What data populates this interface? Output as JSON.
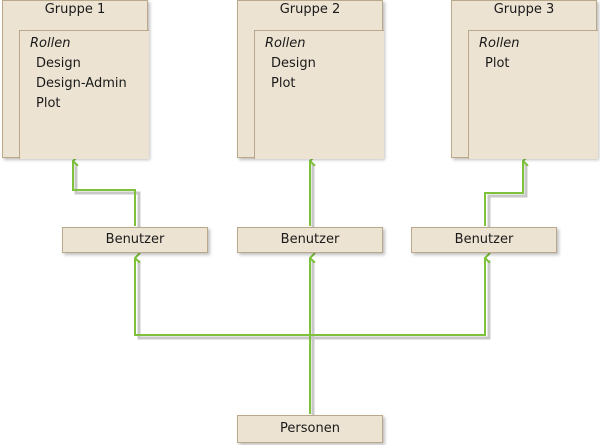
{
  "groups": [
    {
      "title": "Gruppe 1",
      "roles_heading": "Rollen",
      "roles": [
        "Design",
        "Design-Admin",
        "Plot"
      ]
    },
    {
      "title": "Gruppe 2",
      "roles_heading": "Rollen",
      "roles": [
        "Design",
        "Plot"
      ]
    },
    {
      "title": "Gruppe 3",
      "roles_heading": "Rollen",
      "roles": [
        "Plot"
      ]
    }
  ],
  "users": [
    {
      "label": "Benutzer"
    },
    {
      "label": "Benutzer"
    },
    {
      "label": "Benutzer"
    }
  ],
  "persons": {
    "label": "Personen"
  },
  "colors": {
    "connector": "#7dc23a",
    "connector_shadow": "#c8c8c8",
    "box_fill": "#ece3d2",
    "box_border": "#b9a98a"
  }
}
